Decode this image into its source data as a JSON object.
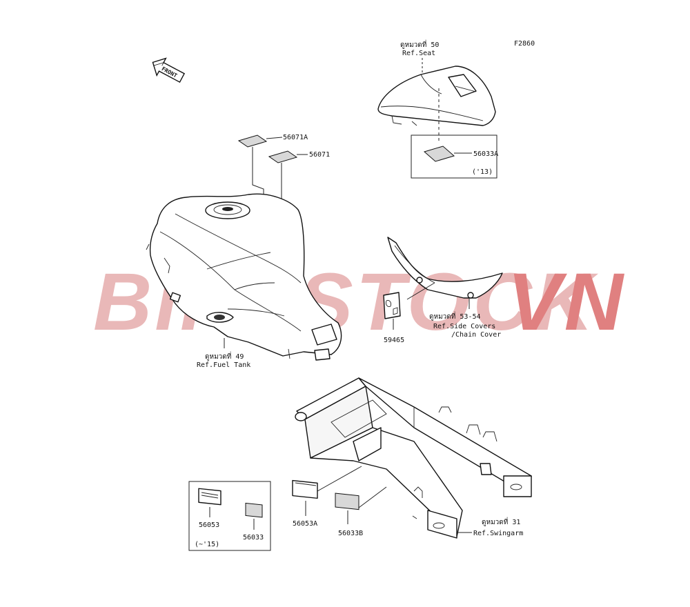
{
  "figure_id": "F2860",
  "front_arrow": "FRONT",
  "watermark": {
    "part1": "BIKESTOCK",
    "part2": "VN",
    "color1": "#e9b8b8",
    "color2": "#e08080"
  },
  "references": {
    "seat": {
      "thai": "ดูหมวดที่ 50",
      "ref": "Ref.Seat"
    },
    "fuel_tank": {
      "thai": "ดูหมวดที่ 49",
      "ref": "Ref.Fuel Tank"
    },
    "side_covers": {
      "thai": "ดูหมวดที่ 53-54",
      "ref": "Ref.Side Covers",
      "ref2": "/Chain Cover"
    },
    "swingarm": {
      "thai": "ดูหมวดที่ 31",
      "ref": "Ref.Swingarm"
    }
  },
  "parts": {
    "p56071A": "56071A",
    "p56071": "56071",
    "p56033A": "56033A",
    "p56033A_note": "('13)",
    "p59465": "59465",
    "p56053": "56053",
    "p56033": "56033",
    "inset_note": "(~'15)",
    "p56053A": "56053A",
    "p56033B": "56033B"
  }
}
